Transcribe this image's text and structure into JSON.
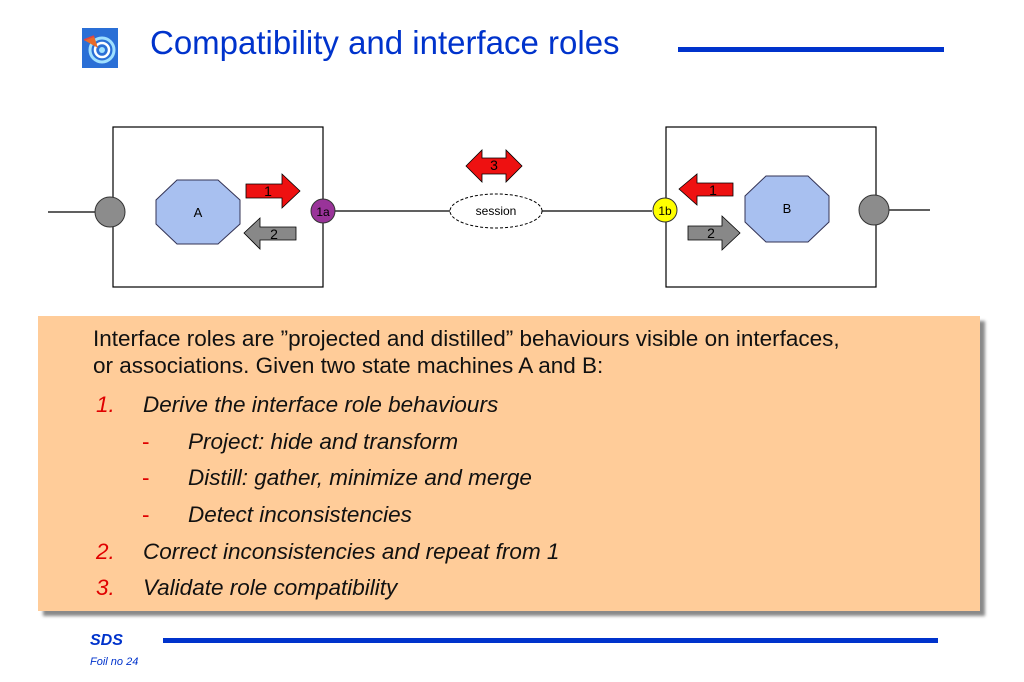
{
  "header": {
    "title": "Compatibility and interface roles"
  },
  "diagram": {
    "state_a": "A",
    "state_b": "B",
    "port_a": "1a",
    "port_b": "1b",
    "session": "session",
    "arrow_1_a": "1",
    "arrow_2_a": "2",
    "arrow_3": "3",
    "arrow_1_b": "1",
    "arrow_2_b": "2",
    "colors": {
      "state_fill": "#a8c0f0",
      "port_a": "#993399",
      "port_b": "#ffff00",
      "arrow_red": "#ee1111",
      "arrow_gray": "#888888"
    }
  },
  "body": {
    "intro_line1": "Interface roles are ”projected and distilled” behaviours visible on interfaces,",
    "intro_line2": "or associations. Given two state machines A and B:",
    "steps": [
      {
        "num": "1.",
        "text": "Derive the interface role behaviours"
      },
      {
        "num": "2.",
        "text": "Correct inconsistencies and repeat from 1"
      },
      {
        "num": "3.",
        "text": "Validate role compatibility"
      }
    ],
    "dash": "-",
    "substeps": [
      "Project: hide and transform",
      "Distill: gather, minimize and merge",
      "Detect inconsistencies"
    ]
  },
  "footer": {
    "brand": "SDS",
    "foil": "Foil no 24"
  }
}
